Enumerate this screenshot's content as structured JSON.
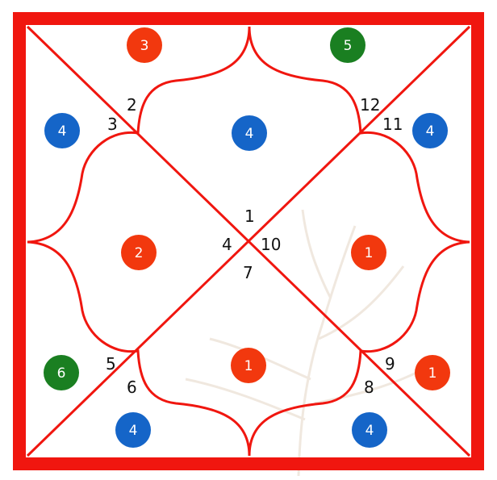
{
  "colors": {
    "frame": "#f0160f",
    "red_badge": "#f2380e",
    "blue_badge": "#1565c8",
    "green_badge": "#1a7f21",
    "number_text": "#111111",
    "watermark": "#f3ece4"
  },
  "house_numbers": {
    "h1": "1",
    "h2": "2",
    "h3": "3",
    "h4": "4",
    "h5": "5",
    "h6": "6",
    "h7": "7",
    "h8": "8",
    "h9": "9",
    "h10": "10",
    "h11": "11",
    "h12": "12"
  },
  "badges": {
    "top_left": "3",
    "top_right": "5",
    "left_upper": "4",
    "top_center": "4",
    "right_upper": "4",
    "center_left": "2",
    "center_right": "1",
    "left_lower": "6",
    "bottom_center": "1",
    "right_lower": "1",
    "bottom_left": "4",
    "bottom_right": "4"
  }
}
